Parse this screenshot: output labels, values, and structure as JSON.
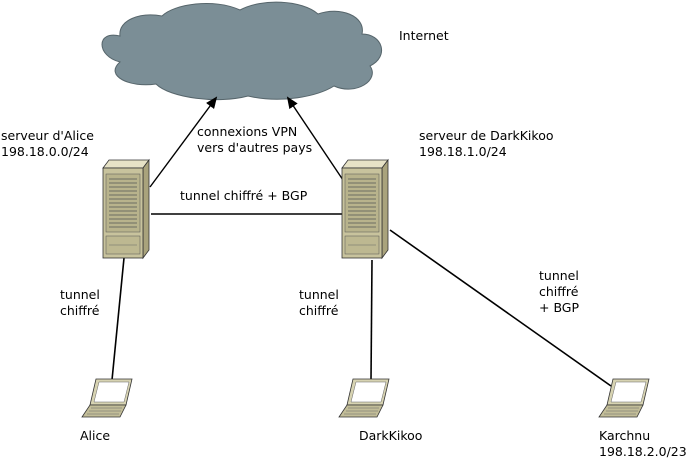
{
  "internet": {
    "label": "Internet"
  },
  "servers": {
    "alice": {
      "name": "serveur d'Alice",
      "subnet": "198.18.0.0/24"
    },
    "darkkikoo": {
      "name": "serveur de DarkKikoo",
      "subnet": "198.18.1.0/24"
    }
  },
  "links": {
    "vpn": {
      "line1": "connexions VPN",
      "line2": "vers d'autres pays"
    },
    "servers_tunnel": "tunnel chiffré + BGP",
    "alice_tunnel": {
      "line1": "tunnel",
      "line2": "chiffré"
    },
    "darkkikoo_tunnel": {
      "line1": "tunnel",
      "line2": "chiffré"
    },
    "karchnu_tunnel": {
      "line1": "tunnel",
      "line2": "chiffré",
      "line3": "+ BGP"
    }
  },
  "clients": {
    "alice": {
      "name": "Alice"
    },
    "darkkikoo": {
      "name": "DarkKikoo"
    },
    "karchnu": {
      "name": "Karchnu",
      "subnet": "198.18.2.0/23"
    }
  },
  "colors": {
    "cloud": "#7b8e96",
    "server": "#c8c39d",
    "laptop": "#d7d3b2",
    "line": "#000000"
  },
  "icons": {
    "cloud": "cloud-icon",
    "server": "server-icon",
    "laptop": "laptop-icon"
  }
}
